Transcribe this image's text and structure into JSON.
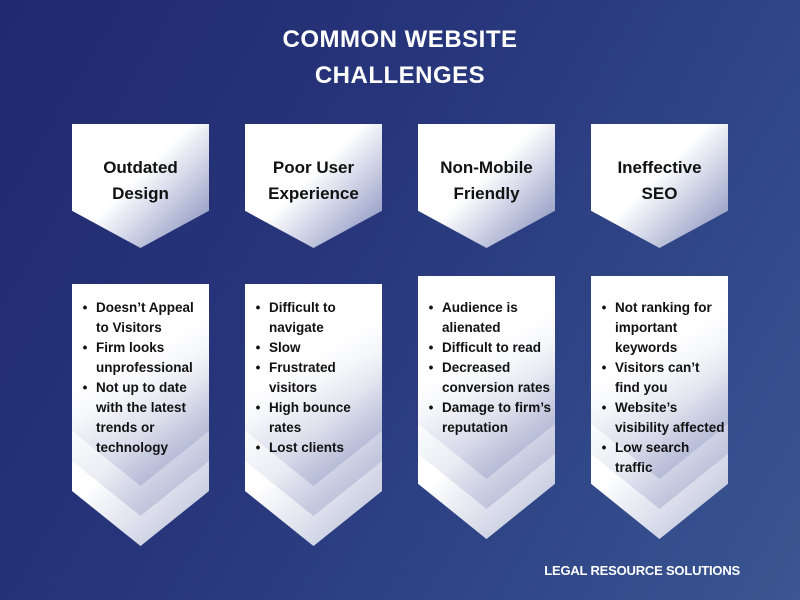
{
  "title": {
    "line1": "COMMON WEBSITE",
    "line2": "CHALLENGES"
  },
  "colors": {
    "background_start": "#212a6e",
    "background_end": "#3b5692",
    "chevron_fill": "#ffffff",
    "chevron_shade": "#7c86b6",
    "text_dark": "#111111",
    "text_light": "#ffffff"
  },
  "columns": [
    {
      "heading_line1": "Outdated",
      "heading_line2": "Design",
      "items": [
        "Doesn’t Appeal to Visitors",
        "Firm looks unprofessional",
        "Not up to date with the latest trends or technology"
      ]
    },
    {
      "heading_line1": "Poor User",
      "heading_line2": "Experience",
      "items": [
        "Difficult to navigate",
        "Slow",
        "Frustrated visitors",
        "High bounce rates",
        "Lost clients"
      ]
    },
    {
      "heading_line1": "Non-Mobile",
      "heading_line2": "Friendly",
      "items": [
        "Audience is alienated",
        "Difficult to read",
        "Decreased conversion rates",
        "Damage to firm’s reputation"
      ]
    },
    {
      "heading_line1": "Ineffective",
      "heading_line2": "SEO",
      "items": [
        "Not ranking for important keywords",
        "Visitors can’t find you",
        "Website’s visibility affected",
        "Low search traffic"
      ]
    }
  ],
  "bullet": "•",
  "footer": {
    "brand": "LEGAL RESOURCE SOLUTIONS"
  }
}
